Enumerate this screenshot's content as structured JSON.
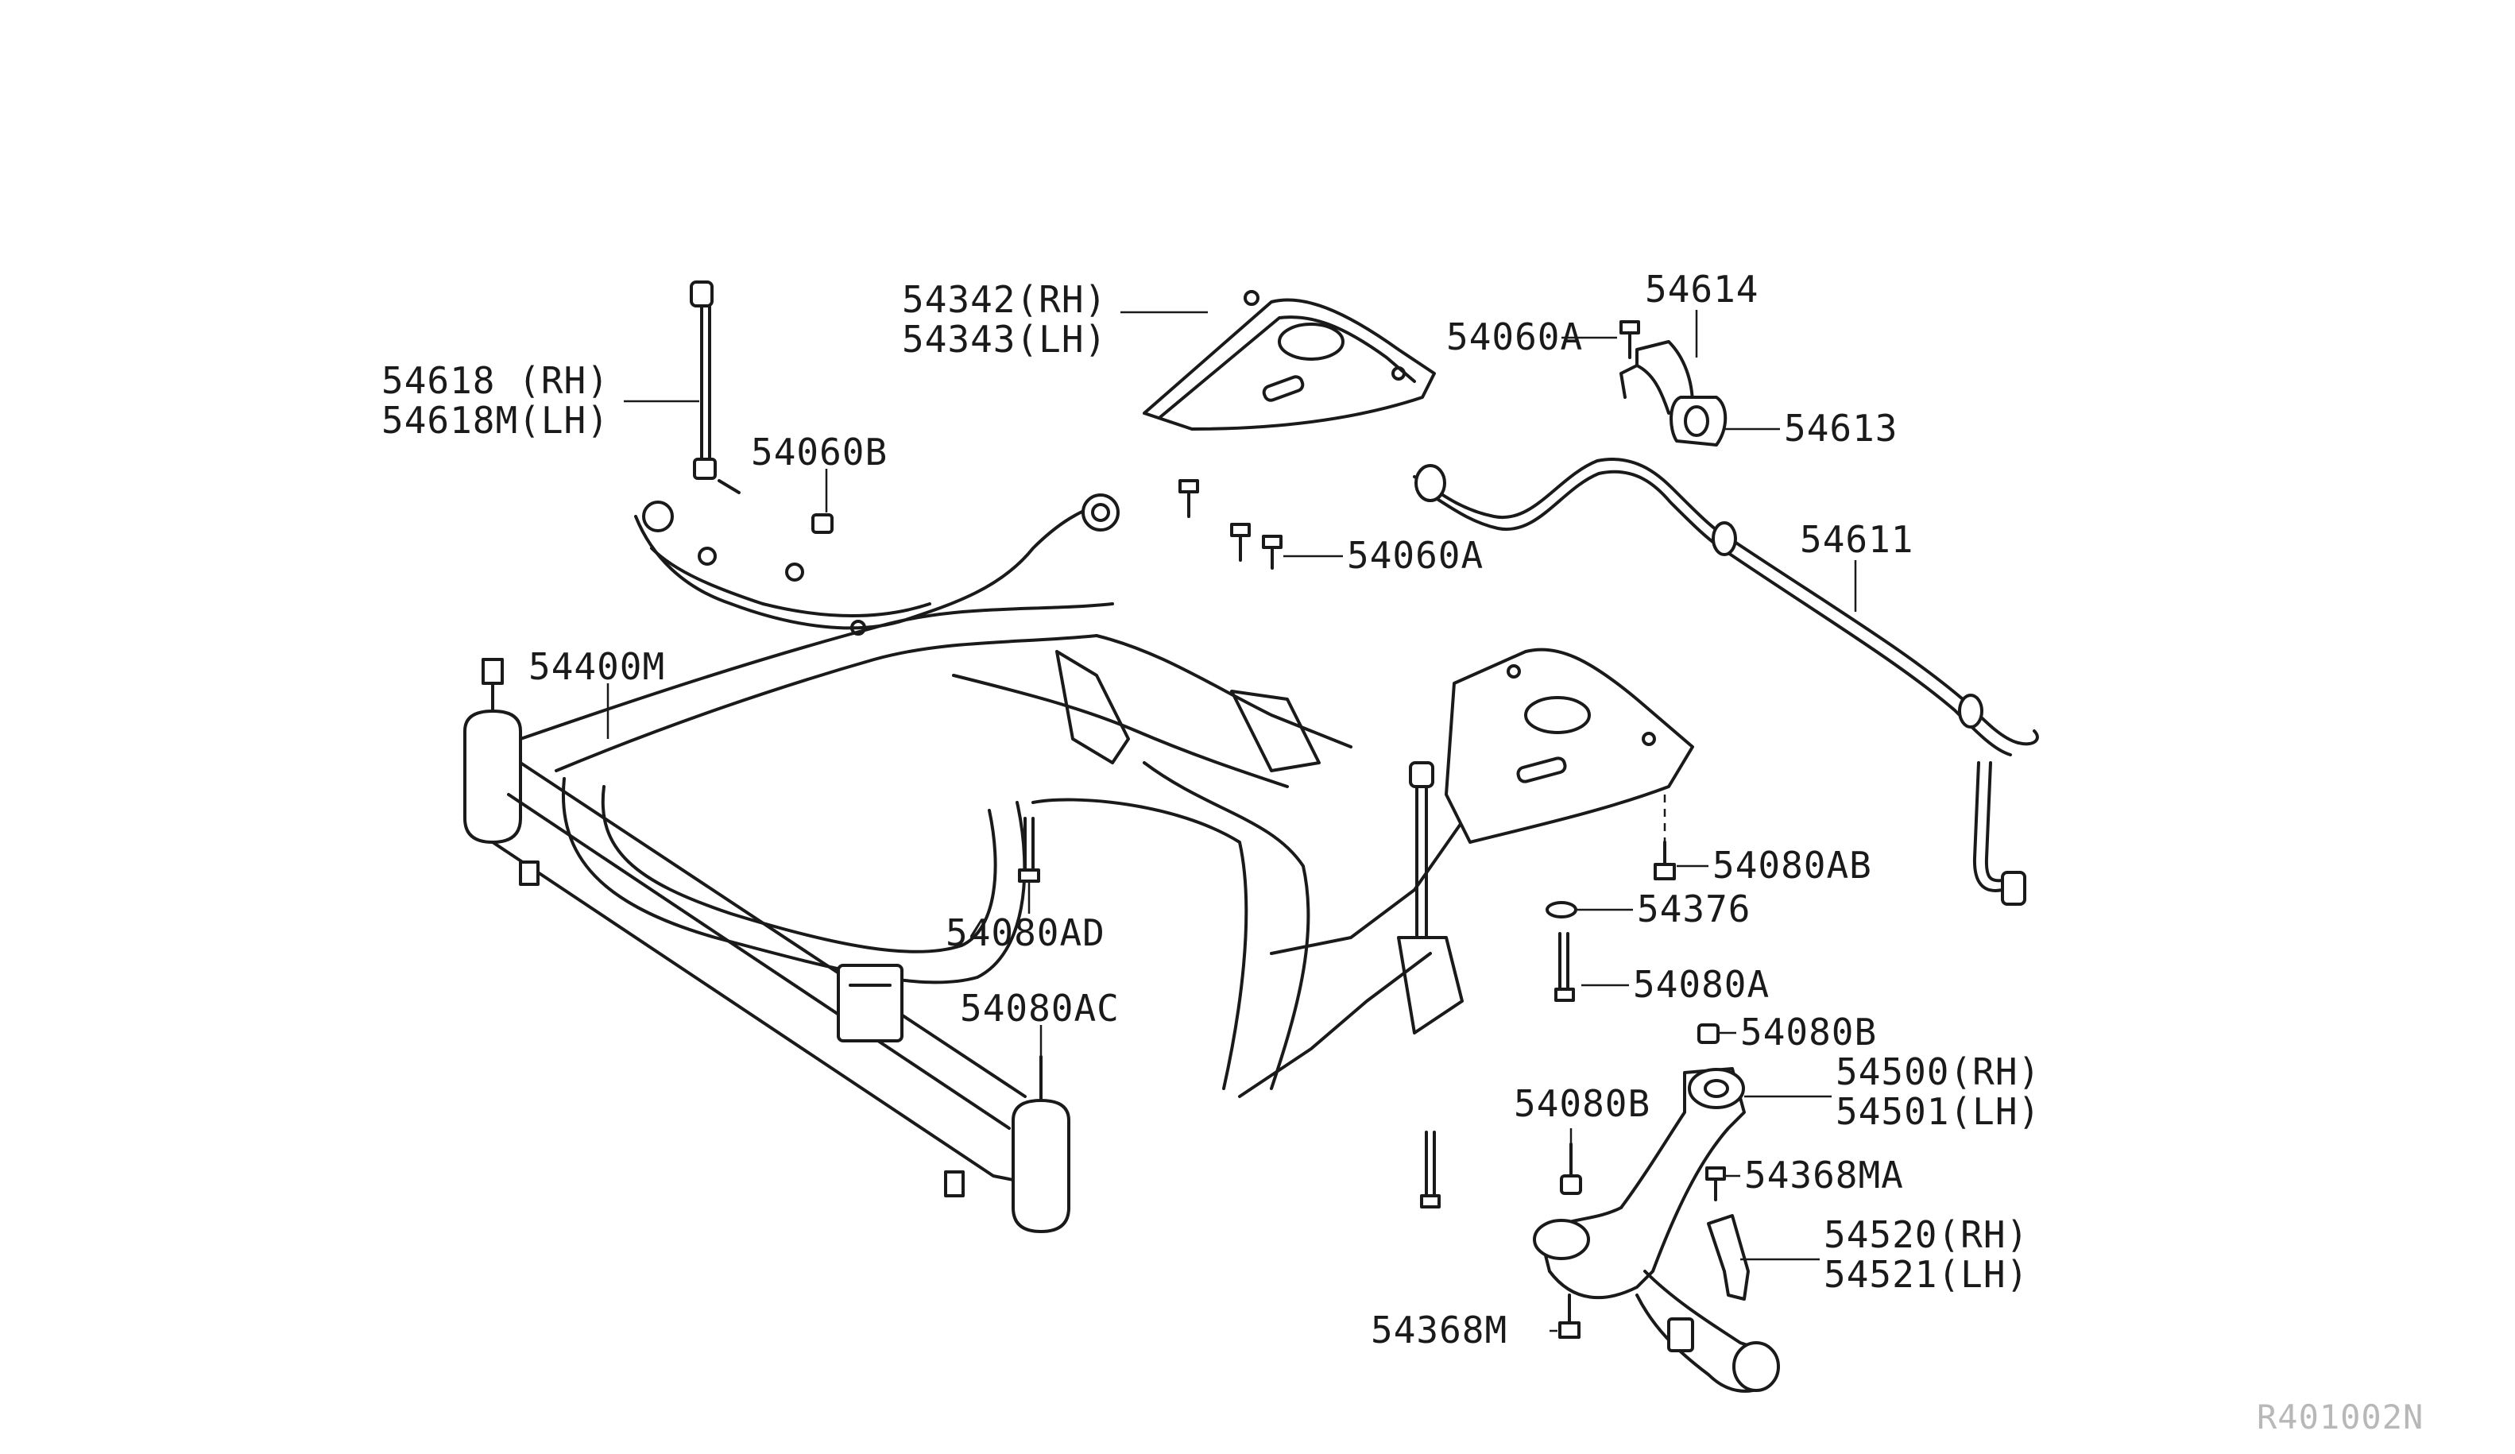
{
  "diagram": {
    "reference_code": "R401002N",
    "labels": {
      "p54342": "54342(RH)",
      "p54343": "54343(LH)",
      "p54614": "54614",
      "p54060A_top": "54060A",
      "p54613": "54613",
      "p54618": "54618 (RH)",
      "p54618M": "54618M(LH)",
      "p54060B": "54060B",
      "p54060A_mid": "54060A",
      "p54611": "54611",
      "p54400M": "54400M",
      "p54080AB": "54080AB",
      "p54376": "54376",
      "p54080AD": "54080AD",
      "p54080A": "54080A",
      "p54080AC": "54080AC",
      "p54080B_upper": "54080B",
      "p54500": "54500(RH)",
      "p54501": "54501(LH)",
      "p54080B_lower": "54080B",
      "p54368MA": "54368MA",
      "p54520": "54520(RH)",
      "p54521": "54521(LH)",
      "p54368M": "54368M"
    }
  }
}
